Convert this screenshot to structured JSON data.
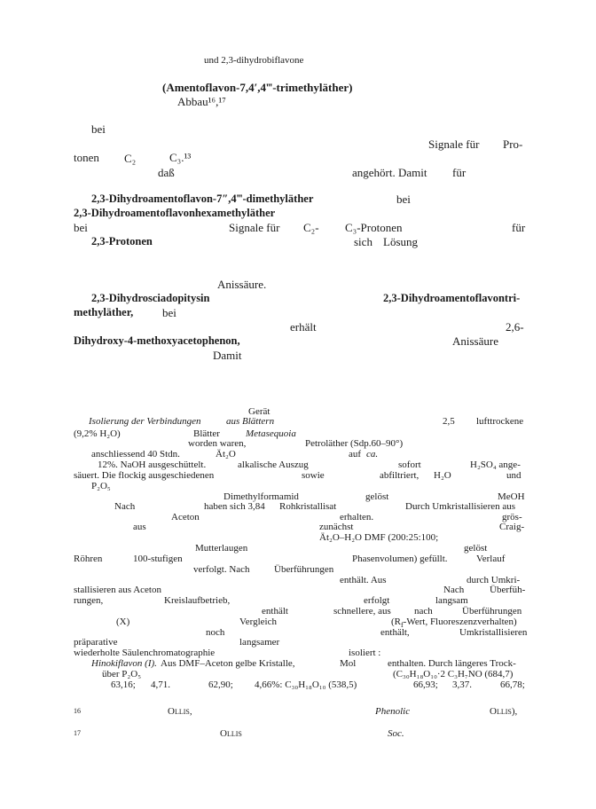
{
  "title_line": "und 2,3-dihydrobiflavone",
  "heading_bold": "(Amentoflavon-7,4′,4‴-trimethyläther)",
  "heading_abbau": "Abbau¹⁶,¹⁷",
  "para1": {
    "w_bei": "bei",
    "w_signale_fuer": "Signale für",
    "w_pro": "Pro-",
    "w_tonen": "tonen",
    "w_c2": "C₂",
    "w_c3": "C₃.¹³",
    "w_dass": "daß",
    "w_angehoert": "angehört. Damit",
    "w_fuer": "für"
  },
  "para2": {
    "w_dimethyl": "2,3-Dihydroamentoflavon-7″,4‴-dimethyläther",
    "w_bei": "bei",
    "w_hexamethyl": "2,3-Dihydroamentoflavonhexamethyläther",
    "w_bei2": "bei",
    "w_signale": "Signale für",
    "w_c2": "C₂-",
    "w_c3": "C₃-Protonen",
    "w_fuer": "für",
    "w_23protonen": "2,3-Protonen",
    "w_sich": "sich",
    "w_loesung": "Lösung"
  },
  "para3": {
    "w_anis": "Anissäure.",
    "w_sciado": "2,3-Dihydrosciadopitysin",
    "w_trimethyl": "2,3-Dihydroamentoflavontri-",
    "w_methylaether": "methyläther,",
    "w_bei": "bei",
    "w_erhaelt": "erhält",
    "w_26": "2,6-",
    "w_dihydroxy": "Dihydroxy-4-methoxyacetophenon,",
    "w_anis2": "Anissäure",
    "w_damit": "Damit"
  },
  "exp": {
    "geraet": "Gerät",
    "isolierung": "Isolierung der Verbindungen",
    "aus_blaettern": "aus Blättern",
    "n25": "2,5",
    "lufttrockene": "lufttrockene",
    "h2o_pct": "(9,2% H₂O)",
    "blaetter": "Blätter",
    "metasequoia": "Metasequoia",
    "worden_waren": "worden waren,",
    "petrolaether": "Petroläther (Sdp.60–90°)",
    "anschl": "anschliessend 40 Stdn.",
    "at2o": "Ät₂O",
    "auf_ca": "auf",
    "ca": "ca.",
    "naoh": "12%. NaOH ausgeschüttelt.",
    "alk": "alkalische Auszug",
    "sofort": "sofort",
    "h2so4": "H₂SO₄ ange-",
    "saeuert": "säuert. Die flockig ausgeschiedenen",
    "sowie": "sowie",
    "abfiltriert": "abfiltriert,",
    "h2o": "H₂O",
    "und": "und",
    "p2o5": "P₂O₅",
    "dmf": "Dimethylformamid",
    "geloest": "gelöst",
    "meoh": "MeOH",
    "nach": "Nach",
    "haben": "haben sich 3,84",
    "rohkrist": "Rohkristallisat",
    "durch_umkrist": "Durch Umkristallisieren aus",
    "aceton": "Aceton",
    "erhalten": "erhalten.",
    "groes": "grös-",
    "aus": "aus",
    "zunaechst": "zunächst",
    "craig": "Craig-",
    "solvent": "Ät₂O–H₂O  DMF (200:25:100;",
    "mutterlaugen": "Mutterlaugen",
    "geloest2": "gelöst",
    "roehren": "Röhren",
    "stufigen": "100-stufigen",
    "phasen": "Phasenvolumen) gefüllt.",
    "verlauf": "Verlauf",
    "verfolgt": "verfolgt. Nach",
    "ueberf": "Überführungen",
    "enthaelt_aus": "enthält. Aus",
    "durch_umkri": "durch Umkri-",
    "stall": "stallisieren aus Aceton",
    "nach2": "Nach",
    "ueberfuehr": "Überfüh-",
    "rungen": "rungen,",
    "kreislauf": "Kreislaufbetrieb,",
    "erfolgt": "erfolgt",
    "langsam": "langsam",
    "enthaelt": "enthält",
    "schnellere": "schnellere, aus",
    "nach3": "nach",
    "ueberf2": "Überführungen",
    "x": "(X)",
    "vergleich": "Vergleich",
    "rf": "(R",
    "rf_sub": "f",
    "rf_rest": "-Wert, Fluoreszenzverhalten)",
    "noch": "noch",
    "enthaelt2": "enthält,",
    "umkrist": "Umkristallisieren",
    "praep": "präparative",
    "langsamer": "langsamer",
    "wiederholte": "wiederholte Säulenchromatographie",
    "isoliert": "isoliert :",
    "hinokiflavon": "Hinokiflavon (I).",
    "aus_dmf": "Aus DMF–Aceton gelbe Kristalle,",
    "mol": "Mol",
    "enthalten": "enthalten. Durch längeres Trock-",
    "ueber": "über P₂O₅",
    "formel": "(C₃₀H₁₈O₁₀·2 C₃H₇NO (684,7)",
    "v1": "63,16;",
    "v2": "4,71.",
    "v3": "62,90;",
    "v4": "4,66%: C₃₀H₁₈O₁₀ (538,5)",
    "v5": "66,93;",
    "v6": "3,37.",
    "v7": "66,78;"
  },
  "footnotes": {
    "n16": "16",
    "ollis1": "Ollis,",
    "phenolic": "Phenolic",
    "ollis2": "Ollis),",
    "n17": "17",
    "ollis3": "Ollis",
    "soc": "Soc."
  }
}
